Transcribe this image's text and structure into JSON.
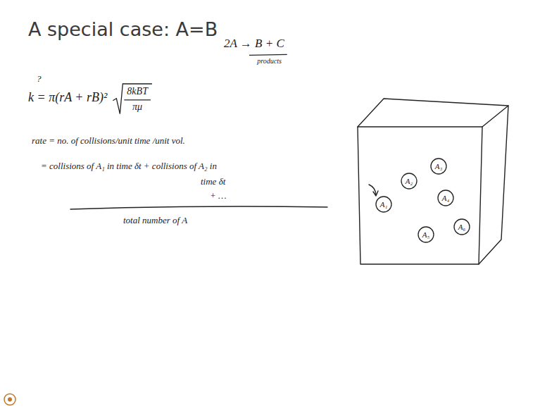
{
  "diagram": {
    "title": "A special case: A=B",
    "nodes": [
      {
        "text": [
          "A₁"
        ]
      },
      {
        "text": [
          "A₂"
        ]
      },
      {
        "text": [
          "A₃"
        ]
      },
      {
        "text": [
          "A₄"
        ]
      },
      {
        "text": [
          "A₅"
        ]
      },
      {
        "text": [
          "A₆"
        ]
      }
    ],
    "labels": [
      "2A → B + C",
      "products",
      "?",
      "k = π(rA + rB)²",
      "8kBT",
      "πμ",
      "rate = no. of collisions/unit time /unit vol.",
      "= collisions of A₁ in time δt + collisions of A₂ in",
      "time δt",
      "+ …",
      "total number of A"
    ]
  }
}
